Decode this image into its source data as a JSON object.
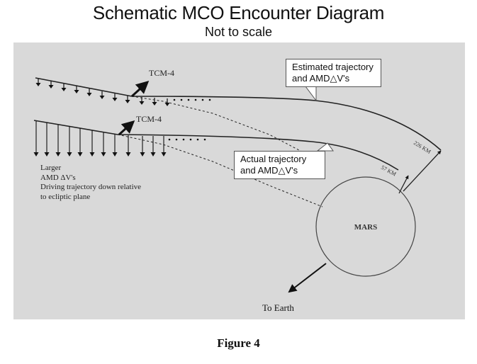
{
  "header": {
    "title": "Schematic MCO Encounter Diagram",
    "subtitle": "Not to scale"
  },
  "diagram": {
    "labels": {
      "tcm_upper": "TCM-4",
      "tcm_lower": "TCM-4",
      "planet": "MARS",
      "to_earth": "To Earth",
      "altitude_estimated": "226 KM",
      "altitude_actual": "57 KM"
    },
    "note_lines": [
      "Larger",
      "AMD ΔV's",
      "Driving trajectory down relative",
      "to ecliptic plane"
    ],
    "callouts": {
      "estimated": [
        "Estimated trajectory",
        "and AMD△V's"
      ],
      "actual": [
        "Actual trajectory",
        "and AMD△V's"
      ]
    },
    "colors": {
      "panel": "#d9d9d9",
      "line": "#222222"
    }
  },
  "caption": "Figure 4"
}
